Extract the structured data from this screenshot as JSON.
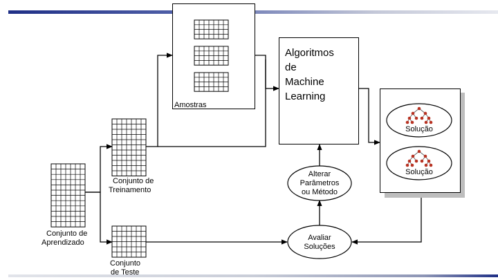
{
  "diagram": {
    "samples_label": "Amostras",
    "ml_label_lines": [
      "Algoritmos",
      "de",
      "Machine",
      "Learning"
    ],
    "training_set_lines": [
      "Conjunto de",
      "Treinamento"
    ],
    "learning_set_lines": [
      "Conjunto de",
      "Aprendizado"
    ],
    "test_set_lines": [
      "Conjunto",
      "de Teste"
    ],
    "adjust_lines": [
      "Alterar",
      "Parâmetros",
      "ou Método"
    ],
    "evaluate_lines": [
      "Avaliar",
      "Soluções"
    ],
    "solution_labels": [
      "Solução",
      "Solução"
    ]
  },
  "colors": {
    "accent_bar": "#1f2f86",
    "tree_node": "#b83222",
    "line": "#000000"
  }
}
